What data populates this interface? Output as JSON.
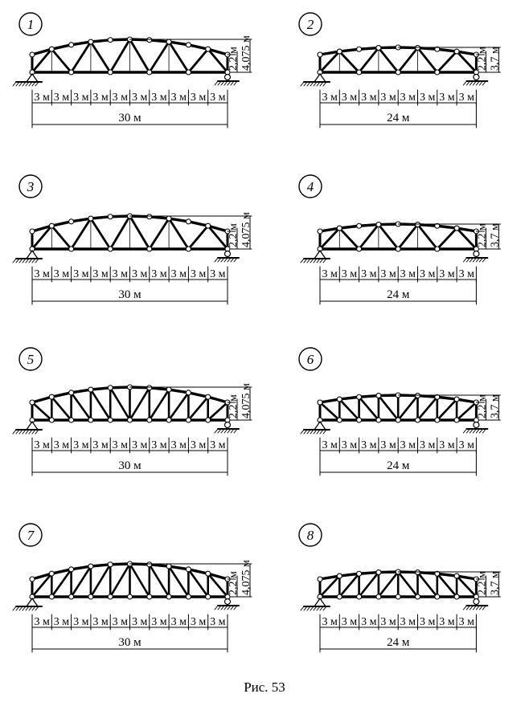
{
  "caption": "Рис. 53",
  "trusses": [
    {
      "number": "1",
      "segment_label": "3 м",
      "segments": 10,
      "span_label": "30 м",
      "support_height_label": "2,2 м",
      "ridge_height_label": "4,075 м",
      "diagonal_pattern": "triangulated",
      "bottom_nodes": "alternate",
      "verticals": false
    },
    {
      "number": "2",
      "segment_label": "3 м",
      "segments": 8,
      "span_label": "24 м",
      "support_height_label": "2,2 м",
      "ridge_height_label": "3,7 м",
      "diagonal_pattern": "triangulated",
      "bottom_nodes": "alternate",
      "verticals": false
    },
    {
      "number": "3",
      "segment_label": "3 м",
      "segments": 10,
      "span_label": "30 м",
      "support_height_label": "2,2 м",
      "ridge_height_label": "4,075 м",
      "diagonal_pattern": "triangulated",
      "bottom_nodes": "alternate",
      "verticals": false
    },
    {
      "number": "4",
      "segment_label": "3 м",
      "segments": 8,
      "span_label": "24 м",
      "support_height_label": "2,2 м",
      "ridge_height_label": "3,7 м",
      "diagonal_pattern": "triangulated",
      "bottom_nodes": "alternate",
      "verticals": false
    },
    {
      "number": "5",
      "segment_label": "3 м",
      "segments": 10,
      "span_label": "30 м",
      "support_height_label": "2,2 м",
      "ridge_height_label": "4,075 м",
      "diagonal_pattern": "pratt",
      "bottom_nodes": "all",
      "verticals": true
    },
    {
      "number": "6",
      "segment_label": "3 м",
      "segments": 8,
      "span_label": "24 м",
      "support_height_label": "2,2 м",
      "ridge_height_label": "3,7 м",
      "diagonal_pattern": "pratt",
      "bottom_nodes": "all",
      "verticals": true
    },
    {
      "number": "7",
      "segment_label": "3 м",
      "segments": 10,
      "span_label": "30 м",
      "support_height_label": "2,2 м",
      "ridge_height_label": "4,075 м",
      "diagonal_pattern": "howe",
      "bottom_nodes": "all",
      "verticals": true
    },
    {
      "number": "8",
      "segment_label": "3 м",
      "segments": 8,
      "span_label": "24 м",
      "support_height_label": "2,2 м",
      "ridge_height_label": "3,7 м",
      "diagonal_pattern": "howe",
      "bottom_nodes": "all",
      "verticals": true
    }
  ]
}
